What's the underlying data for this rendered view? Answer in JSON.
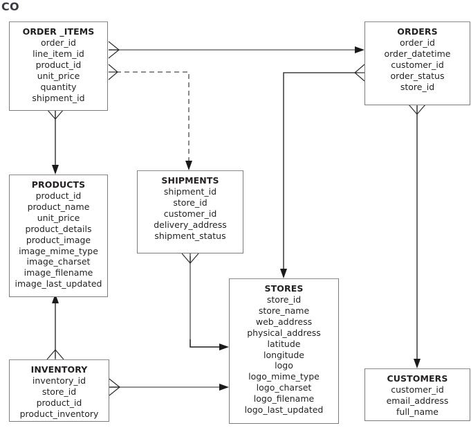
{
  "diagram": {
    "title": "CO",
    "type": "entity-relationship-diagram",
    "entities": [
      {
        "id": "order_items",
        "name": "ORDER _ITEMS",
        "attributes": [
          "order_id",
          "line_item_id",
          "product_id",
          "unit_price",
          "quantity",
          "shipment_id"
        ]
      },
      {
        "id": "orders",
        "name": "ORDERS",
        "attributes": [
          "order_id",
          "order_datetime",
          "customer_id",
          "order_status",
          "store_id"
        ]
      },
      {
        "id": "products",
        "name": "PRODUCTS",
        "attributes": [
          "product_id",
          "product_name",
          "unit_price",
          "product_details",
          "product_image",
          "image_mime_type",
          "image_charset",
          "image_filename",
          "image_last_updated"
        ]
      },
      {
        "id": "shipments",
        "name": "SHIPMENTS",
        "attributes": [
          "shipment_id",
          "store_id",
          "customer_id",
          "delivery_address",
          "shipment_status"
        ]
      },
      {
        "id": "stores",
        "name": "STORES",
        "attributes": [
          "store_id",
          "store_name",
          "web_address",
          "physical_address",
          "latitude",
          "longitude",
          "logo",
          "logo_mime_type",
          "logo_charset",
          "logo_filename",
          "logo_last_updated"
        ]
      },
      {
        "id": "inventory",
        "name": "INVENTORY",
        "attributes": [
          "inventory_id",
          "store_id",
          "product_id",
          "product_inventory"
        ]
      },
      {
        "id": "customers",
        "name": "CUSTOMERS",
        "attributes": [
          "customer_id",
          "email_address",
          "full_name"
        ]
      }
    ],
    "relationships": [
      {
        "id": "rel-order-items-orders",
        "from": "order_items",
        "to": "orders",
        "style": "solid",
        "from_marker": "crows-foot",
        "to_marker": "arrow"
      },
      {
        "id": "rel-order-items-shipments",
        "from": "order_items",
        "to": "shipments",
        "style": "dashed",
        "from_marker": "crows-foot",
        "to_marker": "arrow"
      },
      {
        "id": "rel-order-items-products",
        "from": "order_items",
        "to": "products",
        "style": "solid",
        "from_marker": "crows-foot",
        "to_marker": "arrow"
      },
      {
        "id": "rel-orders-stores",
        "from": "orders",
        "to": "stores",
        "style": "solid",
        "from_marker": "crows-foot",
        "to_marker": "arrow"
      },
      {
        "id": "rel-orders-customers",
        "from": "orders",
        "to": "customers",
        "style": "solid",
        "from_marker": "crows-foot",
        "to_marker": "arrow"
      },
      {
        "id": "rel-shipments-stores",
        "from": "shipments",
        "to": "stores",
        "style": "solid",
        "from_marker": "crows-foot",
        "to_marker": "arrow"
      },
      {
        "id": "rel-inventory-products",
        "from": "inventory",
        "to": "products",
        "style": "solid",
        "from_marker": "crows-foot",
        "to_marker": "arrow"
      },
      {
        "id": "rel-inventory-stores",
        "from": "inventory",
        "to": "stores",
        "style": "solid",
        "from_marker": "crows-foot",
        "to_marker": "arrow"
      }
    ],
    "colors": {
      "background": "#ffffff",
      "entity_border": "#7b7b7b",
      "entity_fill": "#ffffff",
      "text": "#231f20",
      "title_text": "#3b3b44",
      "connector": "#1a1a1a"
    }
  }
}
